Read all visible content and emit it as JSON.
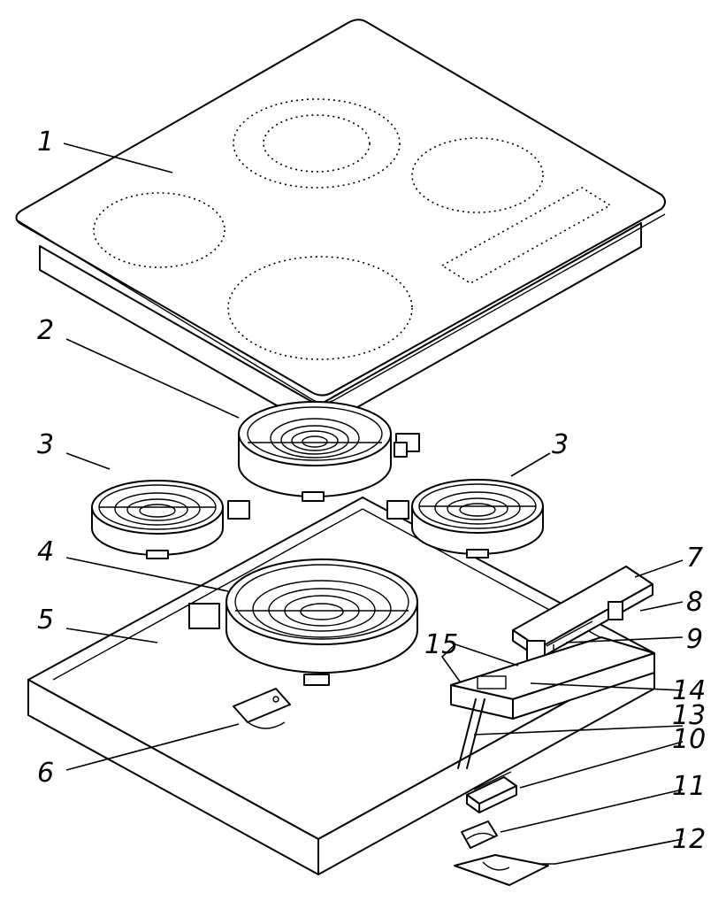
{
  "callouts": {
    "c1": "1",
    "c2": "2",
    "c3a": "3",
    "c3b": "3",
    "c4": "4",
    "c5": "5",
    "c6": "6",
    "c7": "7",
    "c8": "8",
    "c9": "9",
    "c10": "10",
    "c11": "11",
    "c12": "12",
    "c13": "13",
    "c14": "14",
    "c15": "15"
  }
}
